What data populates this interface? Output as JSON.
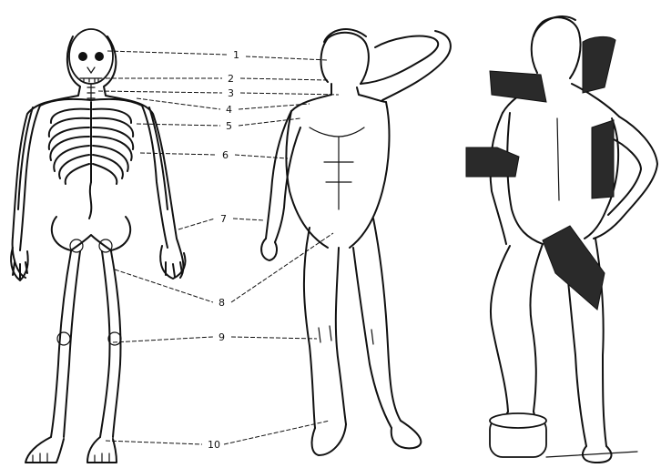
{
  "figures": [
    {
      "name": "skeleton-figure"
    },
    {
      "name": "standing-man-figure"
    },
    {
      "name": "bandaged-man-figure"
    }
  ],
  "labels": [
    "1",
    "2",
    "3",
    "4",
    "5",
    "6",
    "7",
    "8",
    "9",
    "10"
  ]
}
